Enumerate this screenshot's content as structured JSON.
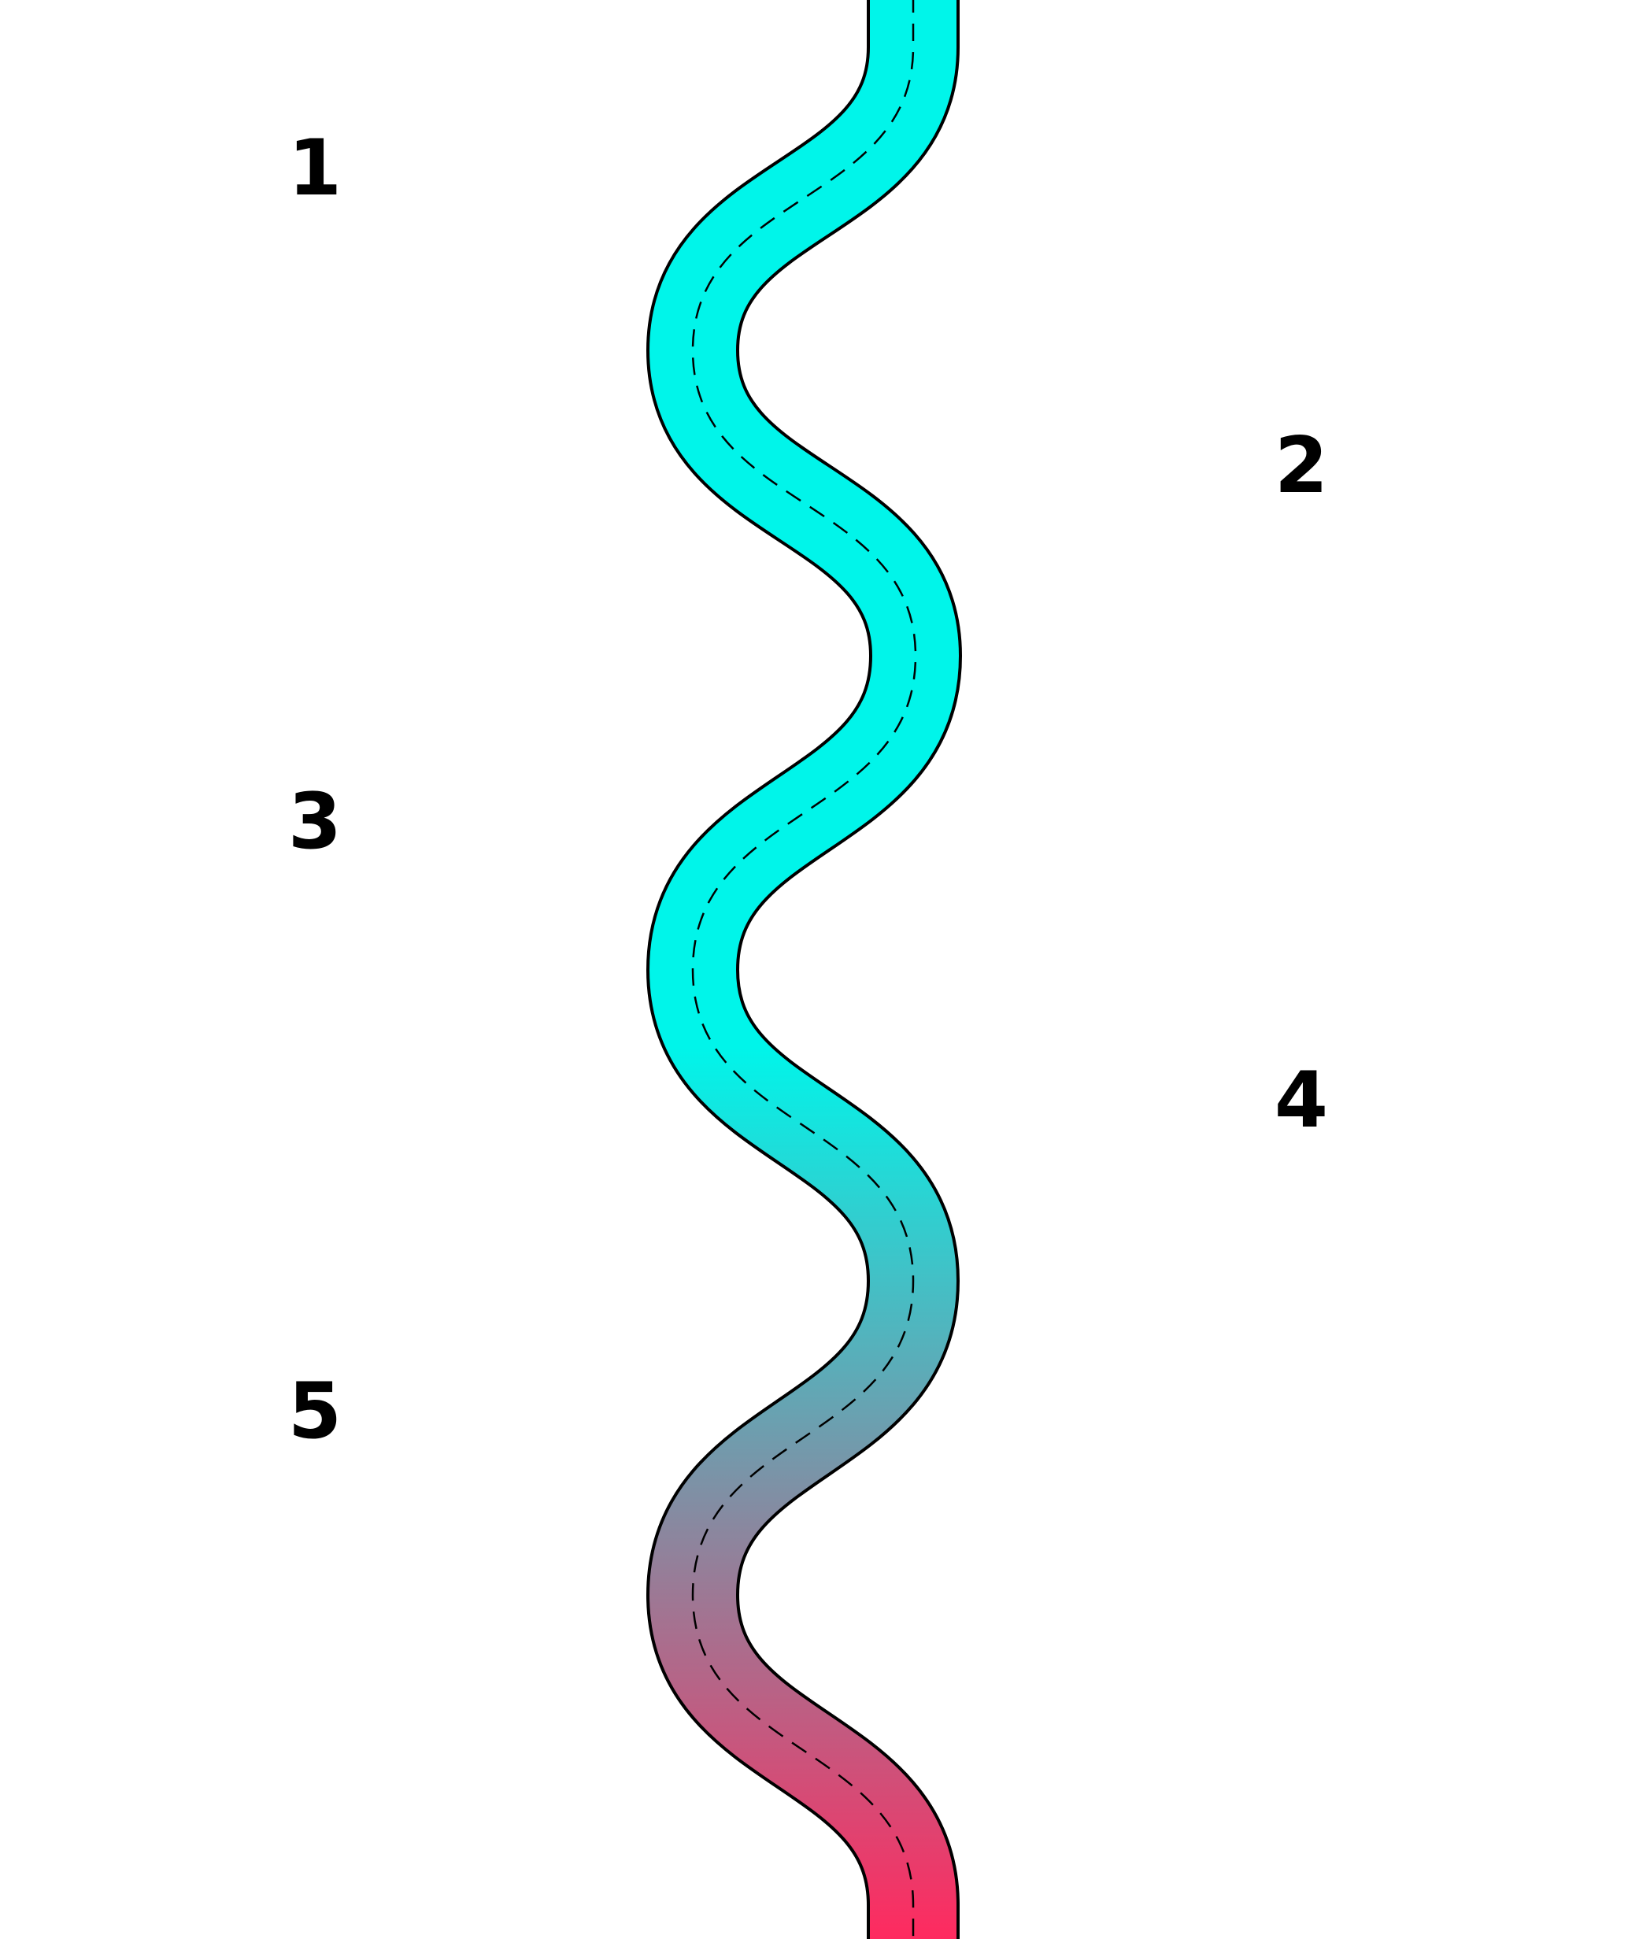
{
  "diagram": {
    "colors": {
      "road_start": "#00F5EA",
      "road_end": "#FF2A5F",
      "outline": "#000000",
      "center_line": "#000000",
      "background": "#FFFFFF"
    },
    "steps": [
      {
        "label": "1"
      },
      {
        "label": "2"
      },
      {
        "label": "3"
      },
      {
        "label": "4"
      },
      {
        "label": "5"
      }
    ]
  }
}
